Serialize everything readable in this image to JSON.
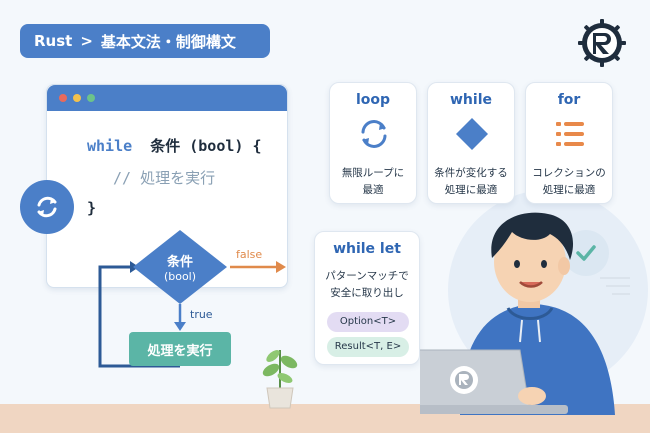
{
  "breadcrumb": {
    "lang": "Rust",
    "separator": ">",
    "topic": "基本文法・制御構文"
  },
  "code": {
    "keyword": "while",
    "condition": "条件 (bool) {",
    "comment": "// 処理を実行",
    "close": "}"
  },
  "flowchart": {
    "decision_label": "条件",
    "decision_sub": "(bool)",
    "false_label": "false",
    "true_label": "true",
    "process_label": "処理を実行"
  },
  "loop_types": [
    {
      "title": "loop",
      "icon": "cycle-arrows-icon",
      "desc_line1": "無限ループに",
      "desc_line2": "最適"
    },
    {
      "title": "while",
      "icon": "diamond-icon",
      "desc_line1": "条件が変化する",
      "desc_line2": "処理に最適"
    },
    {
      "title": "for",
      "icon": "list-icon",
      "desc_line1": "コレクションの",
      "desc_line2": "処理に最適"
    }
  ],
  "while_let": {
    "title": "while let",
    "desc_line1": "パターンマッチで",
    "desc_line2": "安全に取り出し",
    "pill_option": "Option<T>",
    "pill_result": "Result<T, E>"
  },
  "colors": {
    "primary": "#4b7fc8",
    "card_title": "#2f66b3",
    "false_arrow": "#e08a4b",
    "process_box": "#5bb5a6",
    "for_icon": "#e8894a",
    "pill_option": "#e3dcf3",
    "pill_result": "#d8efe6",
    "check": "#5bb5a6"
  }
}
